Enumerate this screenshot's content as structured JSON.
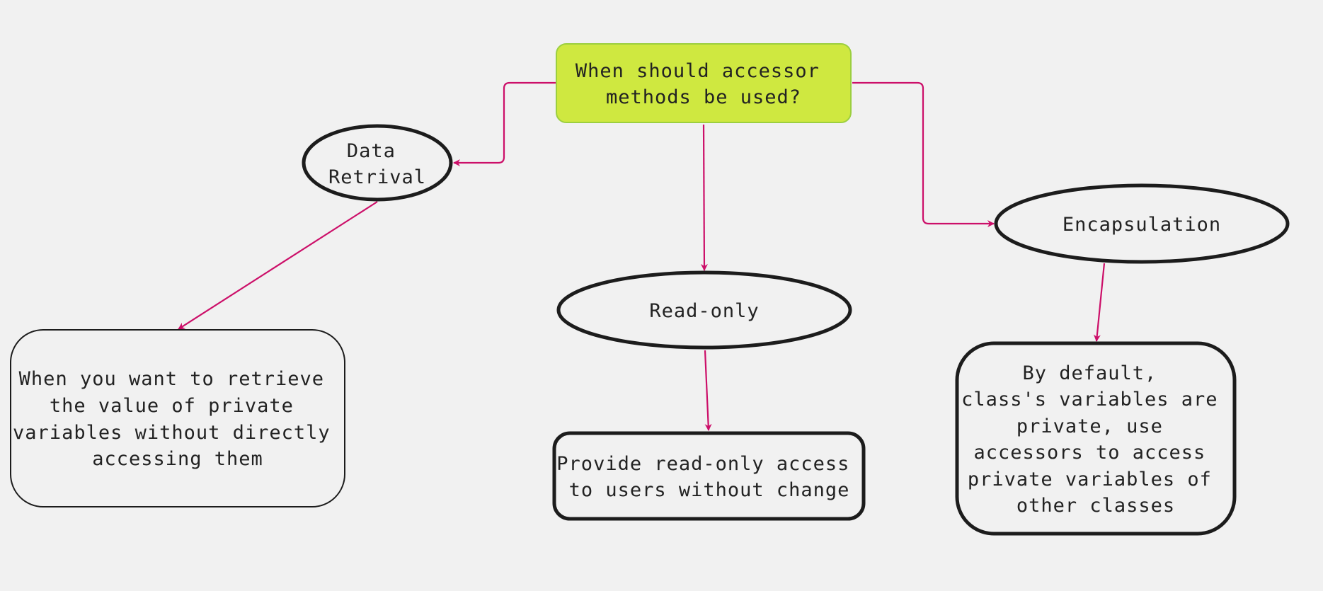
{
  "colors": {
    "background": "#f1f1f1",
    "root_fill": "#cfe840",
    "root_stroke": "#9ccf3f",
    "connector": "#cc0f69",
    "node_stroke": "#1c1c1c",
    "text": "#222222"
  },
  "root": {
    "lines": [
      "When should accessor",
      "methods be used?"
    ]
  },
  "topics": [
    {
      "id": "data-retrieval",
      "lines": [
        "Data",
        "Retrival"
      ]
    },
    {
      "id": "read-only",
      "lines": [
        "Read-only"
      ]
    },
    {
      "id": "encapsulation",
      "lines": [
        "Encapsulation"
      ]
    }
  ],
  "details": [
    {
      "id": "data-retrieval-detail",
      "lines": [
        "When you want to retrieve",
        "the value of private",
        "variables without directly",
        "accessing them"
      ]
    },
    {
      "id": "read-only-detail",
      "lines": [
        "Provide read-only access",
        "to users without change"
      ]
    },
    {
      "id": "encapsulation-detail",
      "lines": [
        "By default,",
        "class's variables are",
        "private, use",
        "accessors to access",
        "private variables of",
        "other classes"
      ]
    }
  ]
}
